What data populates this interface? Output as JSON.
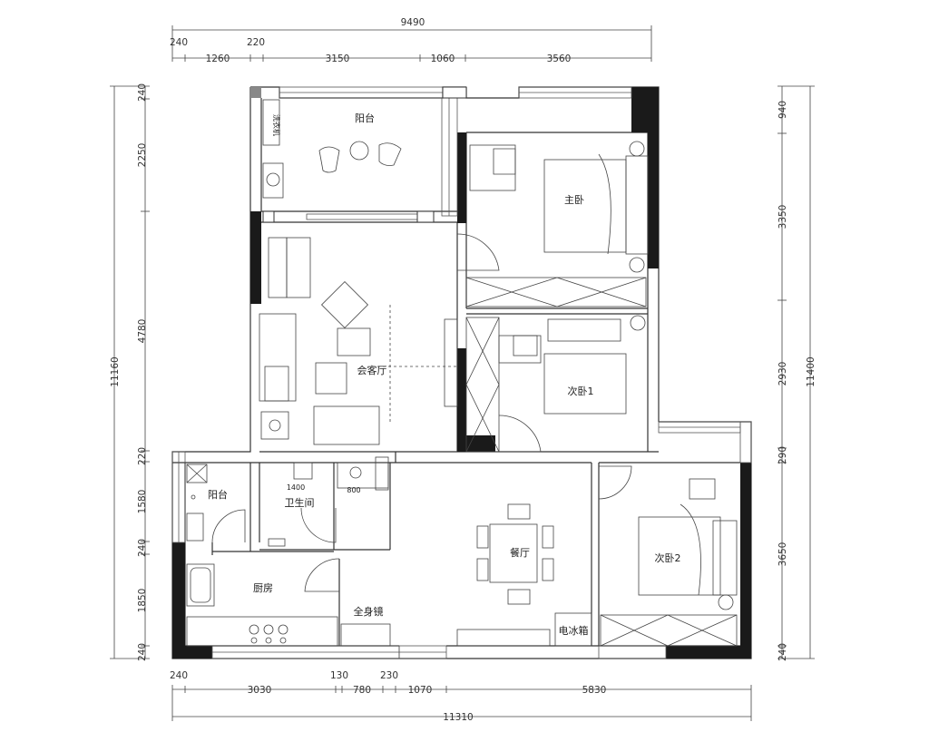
{
  "dimensions": {
    "top_total": "9490",
    "top_row1": [
      "240",
      "220"
    ],
    "top_row2": [
      "1260",
      "3150",
      "1060",
      "3560"
    ],
    "bottom_row1": [
      "240",
      "130",
      "230"
    ],
    "bottom_row2": [
      "3030",
      "780",
      "1070",
      "5830"
    ],
    "bottom_total": "11310",
    "left_total": "11160",
    "left_segments": [
      "240",
      "2250",
      "4780",
      "220",
      "1580",
      "240",
      "1850",
      "240"
    ],
    "right_total": "11400",
    "right_segments": [
      "940",
      "3350",
      "2930",
      "290",
      "3650",
      "240"
    ]
  },
  "rooms": {
    "balcony_top": "阳台",
    "master_bedroom": "主卧",
    "living_room": "会客厅",
    "bedroom2": "次卧1",
    "balcony_left": "阳台",
    "bathroom": "卫生间",
    "kitchen": "厨房",
    "dining_room": "餐厅",
    "bedroom3": "次卧2"
  },
  "labels": {
    "washer": "洗衣机",
    "mirror": "全身镜",
    "fridge": "电冰箱",
    "dim_1400": "1400",
    "dim_800": "800"
  }
}
